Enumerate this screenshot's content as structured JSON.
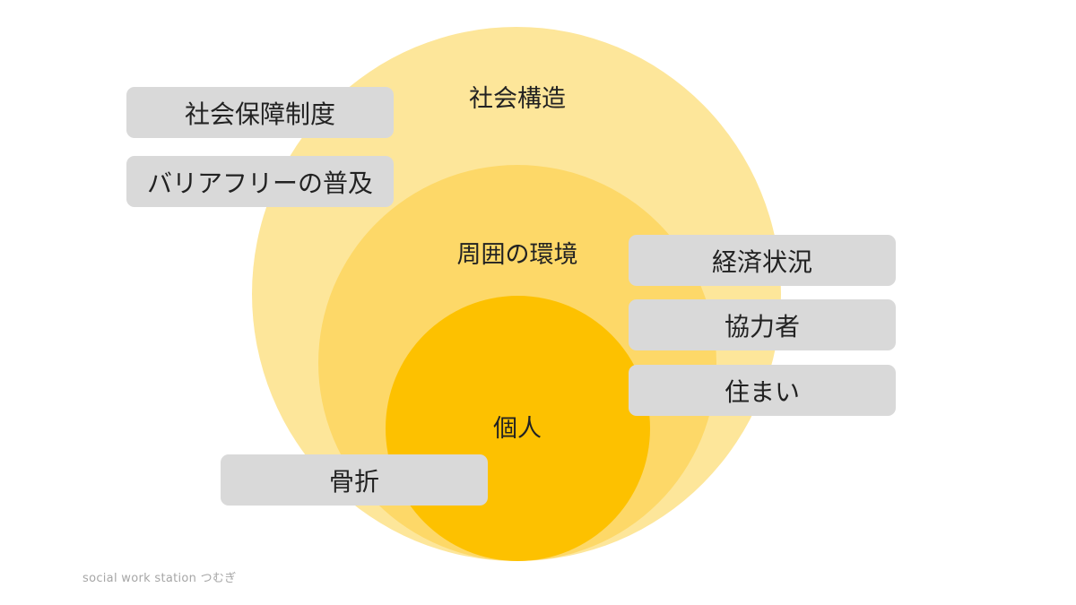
{
  "diagram": {
    "type": "nested-circles",
    "colors": {
      "outer": "#fde69a",
      "middle": "#fdd868",
      "inner": "#fdc100",
      "factor_box": "#d9d9d9",
      "text": "#222222",
      "credit_text": "#a6a6a6"
    },
    "layers": [
      {
        "id": "outer",
        "label": "社会構造"
      },
      {
        "id": "middle",
        "label": "周囲の環境"
      },
      {
        "id": "inner",
        "label": "個人"
      }
    ],
    "factors": [
      {
        "label": "社会保障制度",
        "layer": "outer"
      },
      {
        "label": "バリアフリーの普及",
        "layer": "outer"
      },
      {
        "label": "経済状況",
        "layer": "middle"
      },
      {
        "label": "協力者",
        "layer": "middle"
      },
      {
        "label": "住まい",
        "layer": "middle"
      },
      {
        "label": "骨折",
        "layer": "inner"
      }
    ]
  },
  "footer": {
    "credit": "social work station つむぎ"
  }
}
